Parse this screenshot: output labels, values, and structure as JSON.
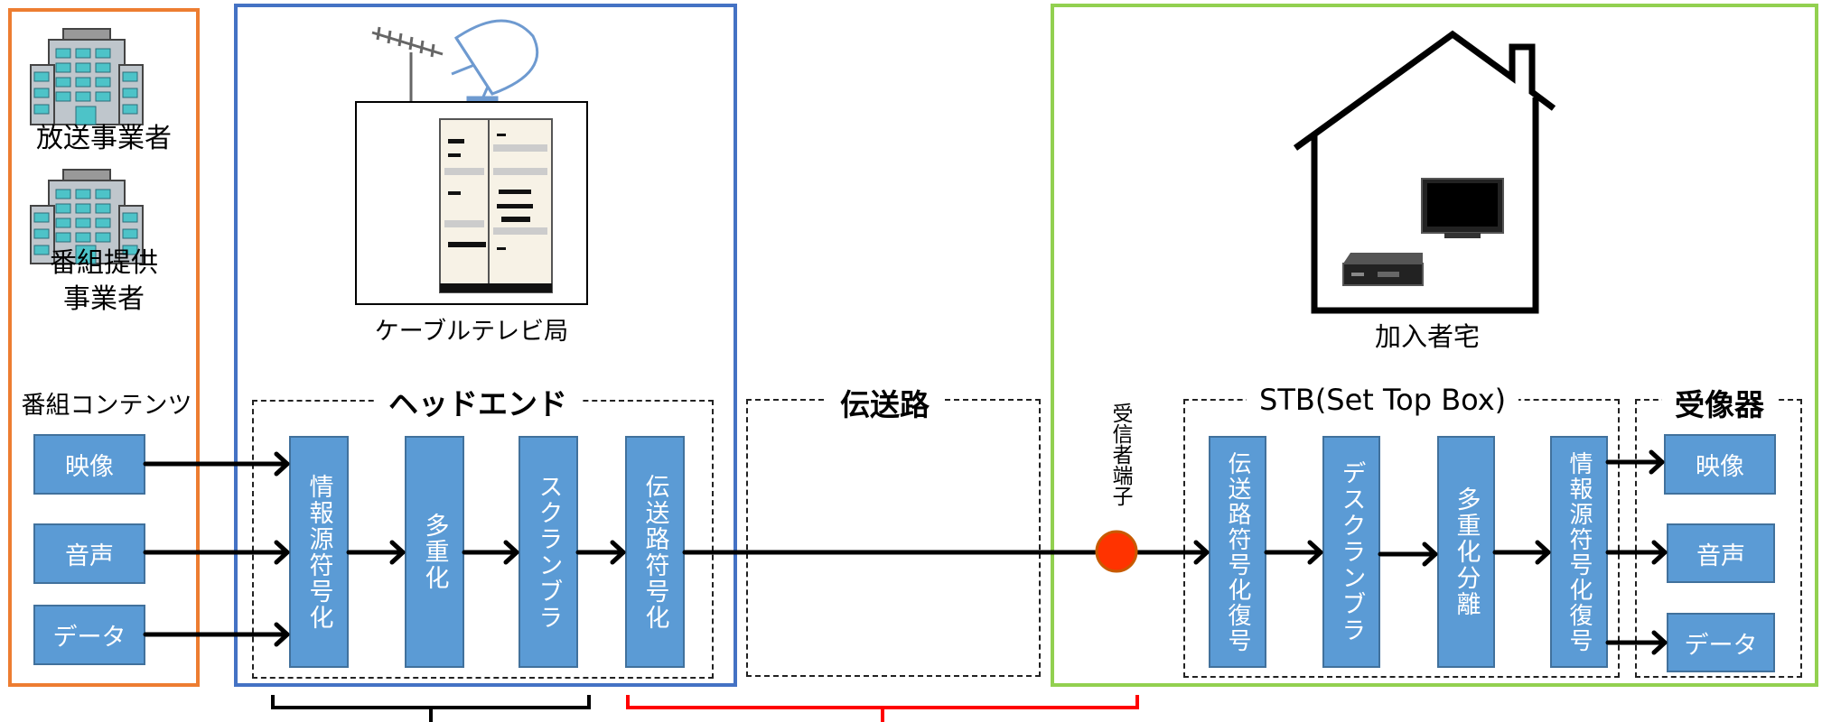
{
  "broadcaster": {
    "name": "放送事業者",
    "provider": "番組提供\n事業者",
    "contents_title": "番組コンテンツ",
    "contents": [
      "映像",
      "音声",
      "データ"
    ]
  },
  "station": {
    "label": "ケーブルテレビ局",
    "headend_title": "ヘッドエンド",
    "blocks": [
      "情報源符号化",
      "多重化",
      "スクランブラ",
      "伝送路符号化"
    ]
  },
  "transmission": {
    "title": "伝送路"
  },
  "subscriber": {
    "home_label": "加入者宅",
    "terminal_label": "受信者端子",
    "stb_title": "STB(Set Top Box)",
    "stb_blocks": [
      "伝送路符号化復号",
      "デスクランブラ",
      "多重化分離",
      "情報源符号化復号"
    ],
    "receiver_title": "受像器",
    "receiver_outputs": [
      "映像",
      "音声",
      "データ"
    ]
  },
  "colors": {
    "broadcaster_frame": "#ed7d31",
    "station_frame": "#4472c4",
    "subscriber_frame": "#92d050",
    "block_fill": "#5b9bd5",
    "terminal_fill": "#ff3300",
    "red_brace": "#ff0000"
  }
}
